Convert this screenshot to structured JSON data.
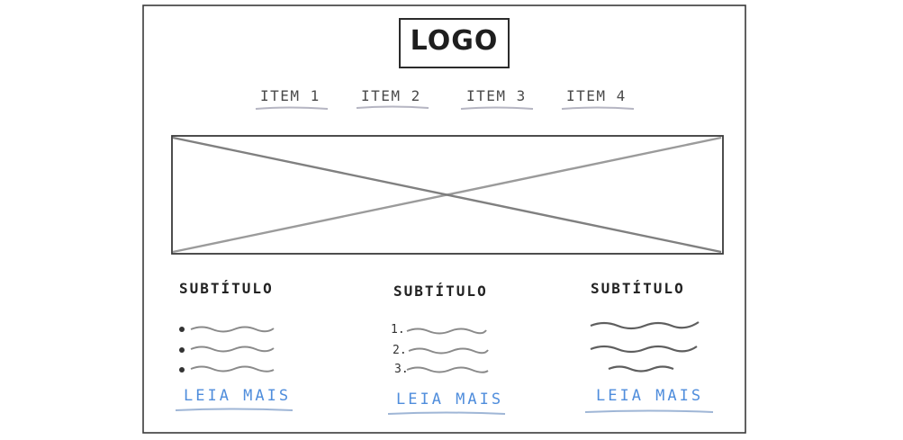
{
  "logo": {
    "label": "LOGO"
  },
  "nav": {
    "items": [
      {
        "label": "ITEM 1"
      },
      {
        "label": "ITEM 2"
      },
      {
        "label": "ITEM 3"
      },
      {
        "label": "ITEM 4"
      }
    ]
  },
  "hero": {
    "icon": "image-placeholder-icon"
  },
  "columns": [
    {
      "subtitle": "SUBTÍTULO",
      "list_style": "bullets",
      "link": "LEIA MAIS"
    },
    {
      "subtitle": "SUBTÍTULO",
      "list_style": "numbered",
      "markers": [
        "1.",
        "2.",
        "3."
      ],
      "link": "LEIA MAIS"
    },
    {
      "subtitle": "SUBTÍTULO",
      "list_style": "paragraph",
      "link": "LEIA MAIS"
    }
  ],
  "colors": {
    "ink": "#2b2b2b",
    "pencil": "#8a8a8a",
    "link": "#4f8ddc",
    "underline": "#9fb6d6"
  }
}
